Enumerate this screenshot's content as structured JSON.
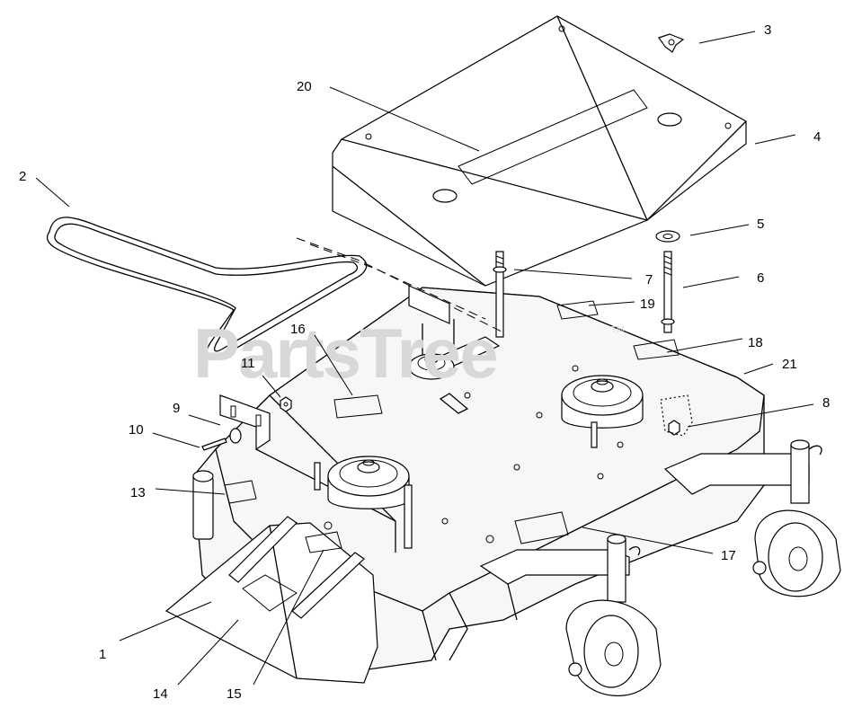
{
  "watermark": {
    "text": "PartsTree",
    "tm": "TM"
  },
  "callouts": [
    {
      "number": "1"
    },
    {
      "number": "2"
    },
    {
      "number": "3"
    },
    {
      "number": "4"
    },
    {
      "number": "5"
    },
    {
      "number": "6"
    },
    {
      "number": "7"
    },
    {
      "number": "8"
    },
    {
      "number": "9"
    },
    {
      "number": "10"
    },
    {
      "number": "11"
    },
    {
      "number": "13"
    },
    {
      "number": "14"
    },
    {
      "number": "15"
    },
    {
      "number": "16"
    },
    {
      "number": "17"
    },
    {
      "number": "18"
    },
    {
      "number": "19"
    },
    {
      "number": "20"
    },
    {
      "number": "21"
    }
  ]
}
